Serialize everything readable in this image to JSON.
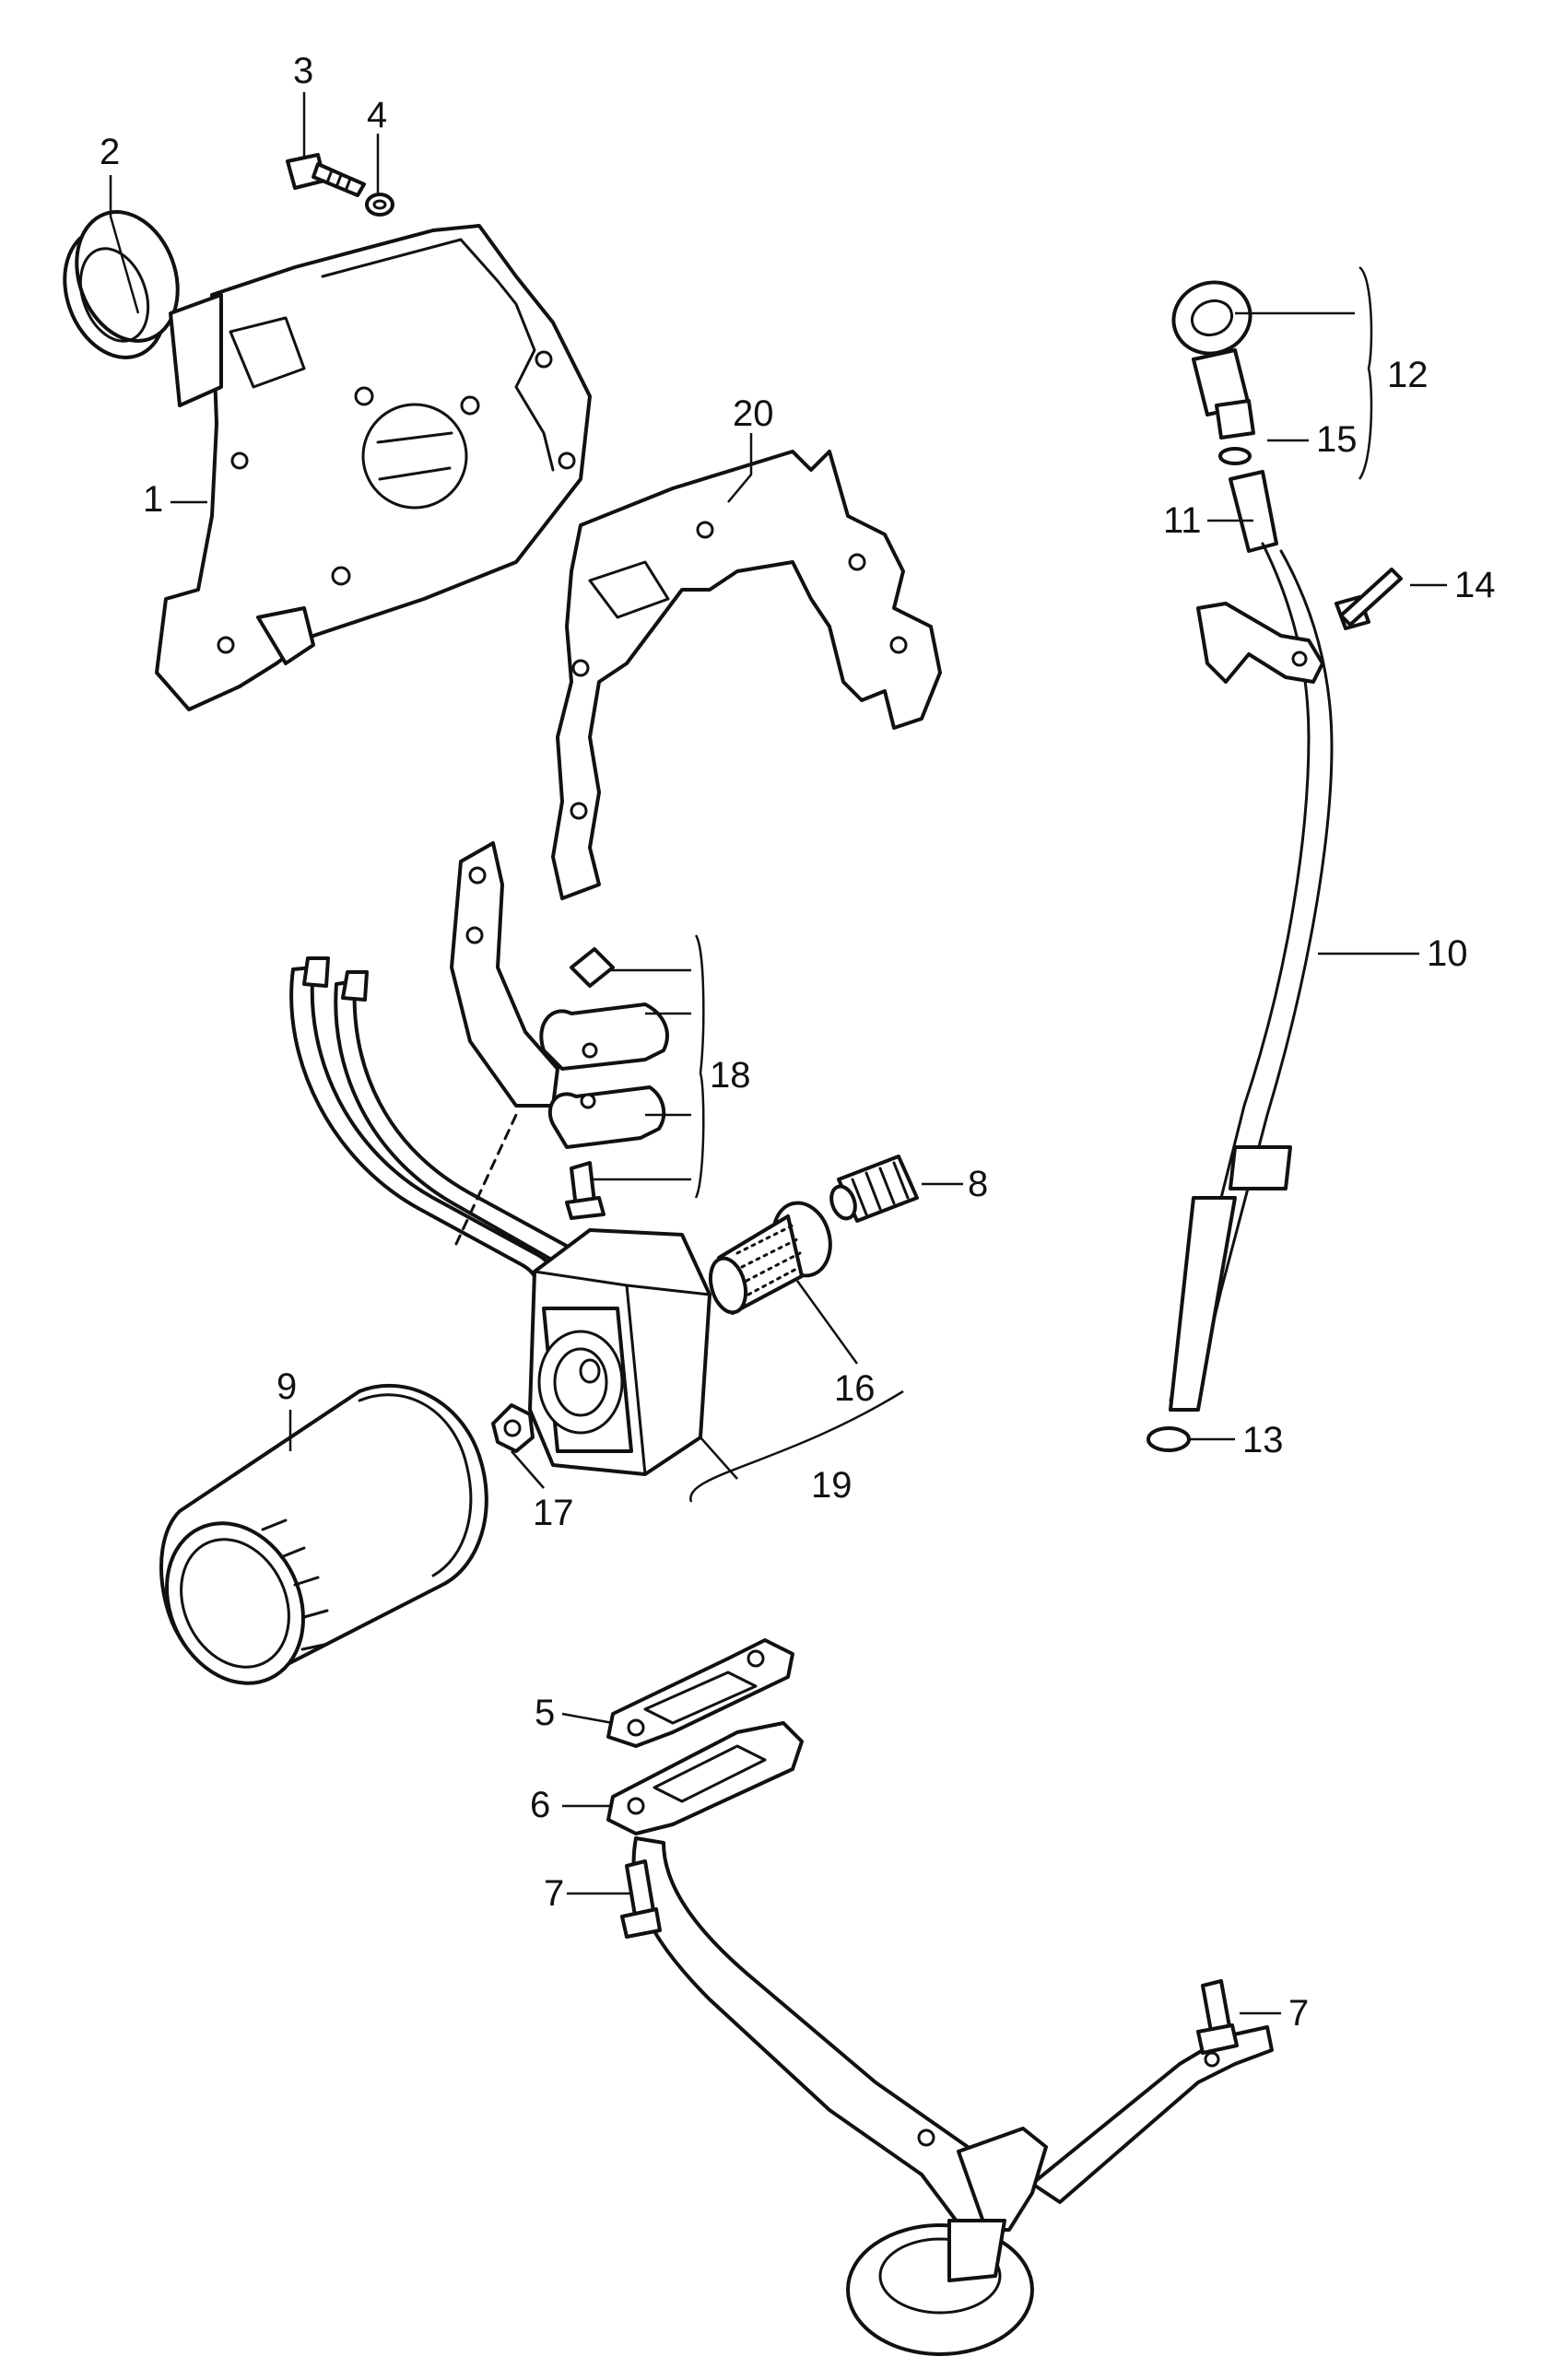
{
  "diagram": {
    "callouts": [
      {
        "id": "1",
        "text": "1"
      },
      {
        "id": "2",
        "text": "2"
      },
      {
        "id": "3",
        "text": "3"
      },
      {
        "id": "4",
        "text": "4"
      },
      {
        "id": "5",
        "text": "5"
      },
      {
        "id": "6",
        "text": "6"
      },
      {
        "id": "7a",
        "text": "7"
      },
      {
        "id": "7b",
        "text": "7"
      },
      {
        "id": "8",
        "text": "8"
      },
      {
        "id": "9",
        "text": "9"
      },
      {
        "id": "10",
        "text": "10"
      },
      {
        "id": "11",
        "text": "11"
      },
      {
        "id": "12",
        "text": "12"
      },
      {
        "id": "13",
        "text": "13"
      },
      {
        "id": "14",
        "text": "14"
      },
      {
        "id": "15",
        "text": "15"
      },
      {
        "id": "16",
        "text": "16"
      },
      {
        "id": "17",
        "text": "17"
      },
      {
        "id": "18",
        "text": "18"
      },
      {
        "id": "19",
        "text": "19"
      },
      {
        "id": "20",
        "text": "20"
      }
    ]
  }
}
